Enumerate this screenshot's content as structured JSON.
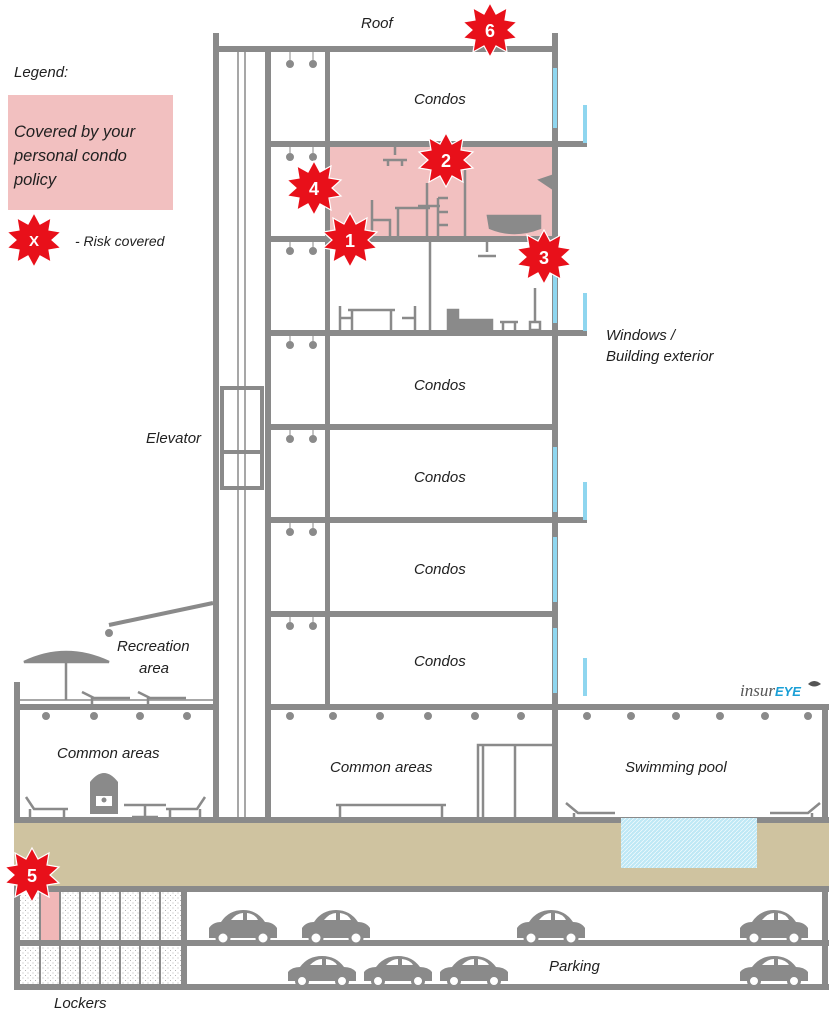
{
  "legend": {
    "title": "Legend:",
    "covered_text_lines": [
      "Covered by your",
      "personal condo",
      "policy"
    ],
    "risk_marker": "X",
    "risk_text": "- Risk covered"
  },
  "labels": {
    "roof": "Roof",
    "condos": "Condos",
    "windows_line1": "Windows /",
    "windows_line2": "Building exterior",
    "elevator": "Elevator",
    "recreation_line1": "Recreation",
    "recreation_line2": "area",
    "common_areas_left": "Common areas",
    "common_areas_center": "Common areas",
    "swimming_pool": "Swimming pool",
    "parking": "Parking",
    "lockers": "Lockers"
  },
  "risks": [
    "1",
    "2",
    "3",
    "4",
    "5",
    "6"
  ],
  "brand": {
    "prefix": "insur",
    "suffix": "EYE"
  },
  "colors": {
    "structure": "#8a8a8a",
    "covered_fill": "#f2c0c0",
    "risk_red": "#e8101a",
    "ground": "#cfc3a0",
    "window_blue": "#8fd6ef",
    "pool_blue": "#bfe8f5",
    "locker_highlight": "#f0b7b7",
    "brand_blue": "#1a9fd6"
  }
}
